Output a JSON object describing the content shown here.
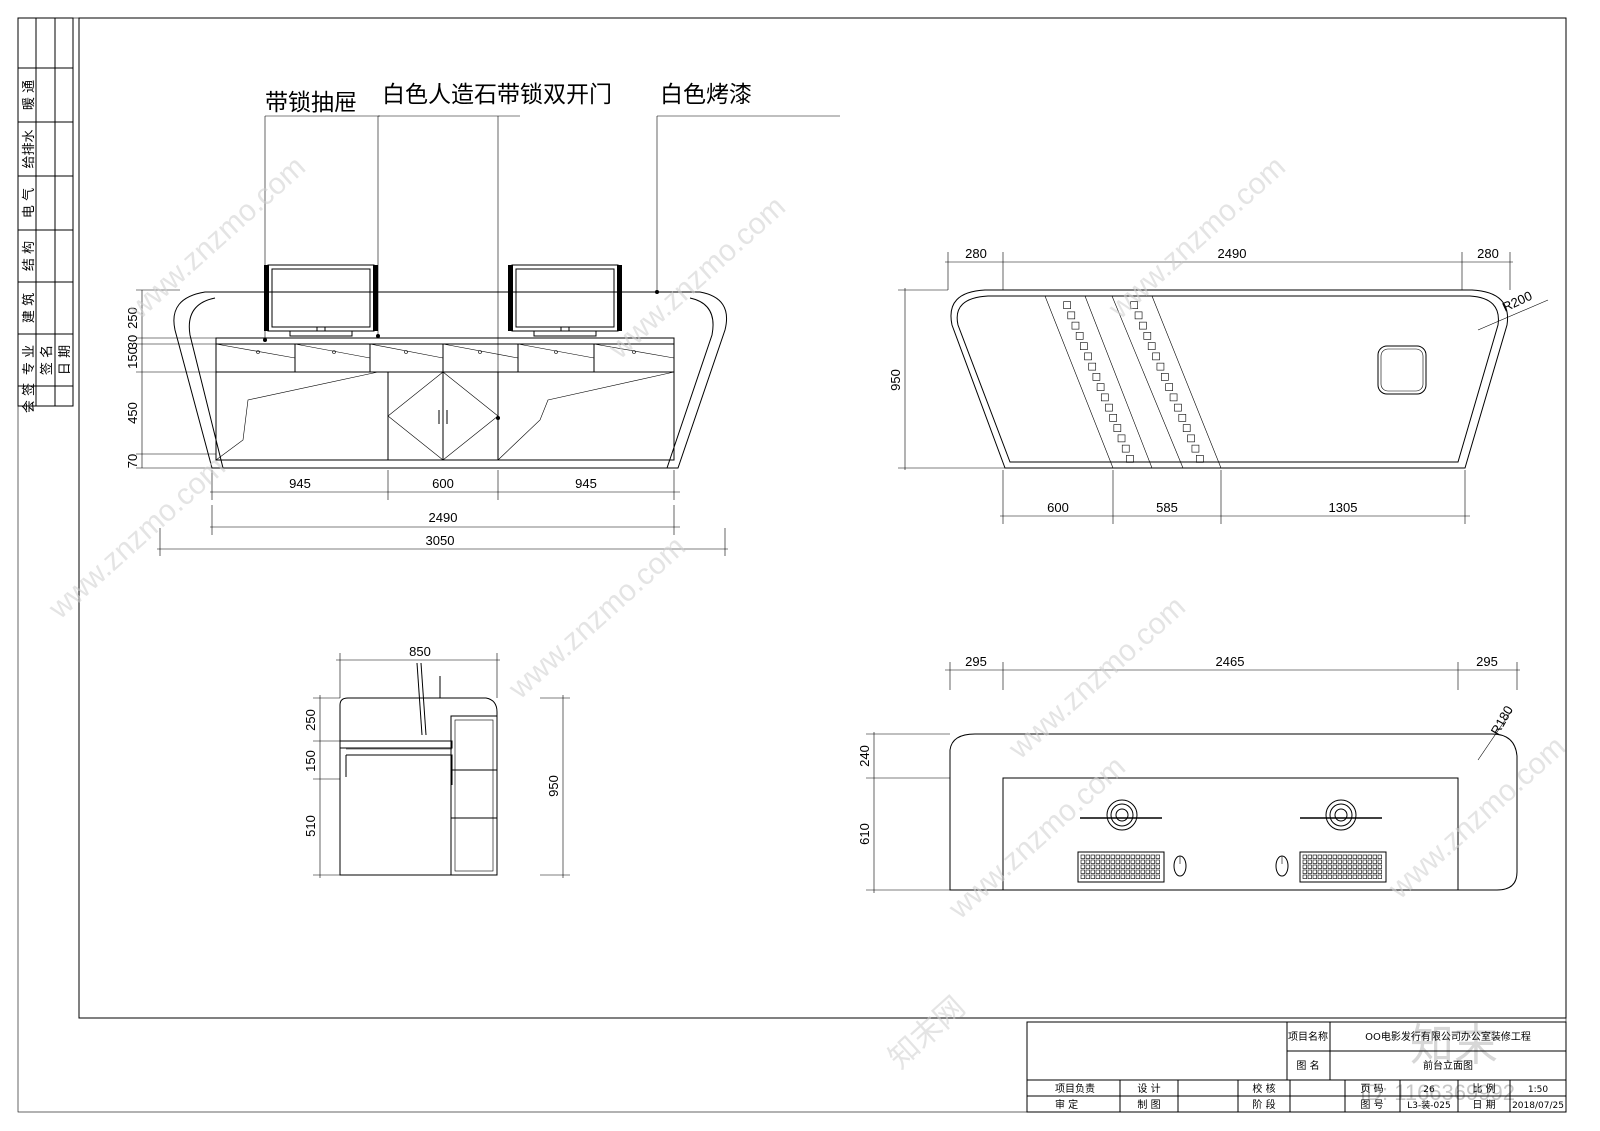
{
  "side_labels": [
    "暖 通",
    "给排水",
    "电 气",
    "结 构",
    "建 筑",
    "专 业",
    "签 名",
    "日 期",
    "会 签"
  ],
  "front_view": {
    "callouts": [
      "带锁抽屉",
      "白色人造石带锁双开门",
      "白色烤漆"
    ],
    "height_dims": [
      "250",
      "30",
      "150",
      "450",
      "70"
    ],
    "bottom_dims": [
      "945",
      "600",
      "945"
    ],
    "total_inner": "2490",
    "total_outer": "3050"
  },
  "plan_view": {
    "top_dims": [
      "280",
      "2490",
      "280"
    ],
    "height_dim": "950",
    "radius": "R200",
    "bottom_dims": [
      "600",
      "585",
      "1305"
    ]
  },
  "side_view": {
    "width_dim": "850",
    "height_dims": [
      "250",
      "150",
      "510"
    ],
    "total_height": "950"
  },
  "back_view": {
    "top_dims": [
      "295",
      "2465",
      "295"
    ],
    "height_dims": [
      "240",
      "610"
    ],
    "radius": "R180"
  },
  "title_block": {
    "project_name_label": "项目名称",
    "project_name": "OO电影发行有限公司办公室装修工程",
    "drawing_name_label": "图 名",
    "drawing_name": "前台立面图",
    "project_lead_label": "项目负责",
    "design_label": "设 计",
    "check_label": "校 核",
    "page_label": "页 码",
    "page_value": "26",
    "scale_label": "比 例",
    "scale_value": "1:50",
    "review_label": "审 定",
    "draft_label": "制 图",
    "stage_label": "阶 段",
    "drawing_no_label": "图 号",
    "drawing_no": "L3-装-025",
    "date_label": "日 期",
    "date_value": "2018/07/25"
  },
  "watermarks": {
    "site": "www.znzmo.com",
    "brand": "知末网",
    "logo": "知末",
    "id": "ID: 1166369992"
  }
}
